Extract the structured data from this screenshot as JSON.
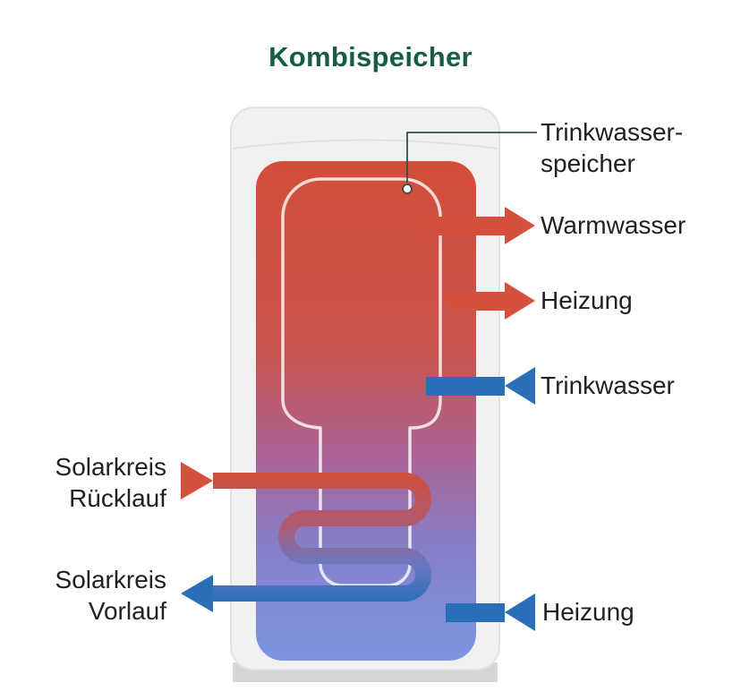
{
  "title": "Kombispeicher",
  "colors": {
    "accent_red": "#d4503c",
    "accent_blue": "#2a70b8",
    "title_green": "#175c48",
    "leader_line": "#33514a",
    "text": "#212121",
    "gradient_top": "#d24e3a",
    "gradient_bottom": "#7c95e1",
    "tank_shell": "#f1f1f1",
    "tank_base": "#d6d6d6"
  },
  "labels": {
    "trinkwasserspeicher": {
      "line1": "Trinkwasser-",
      "line2": "speicher"
    },
    "warmwasser": "Warmwasser",
    "heizung_top": "Heizung",
    "trinkwasser": "Trinkwasser",
    "heizung_bottom": "Heizung",
    "solarkreis_ruecklauf": {
      "line1": "Solarkreis",
      "line2": "Rücklauf"
    },
    "solarkreis_vorlauf": {
      "line1": "Solarkreis",
      "line2": "Vorlauf"
    }
  }
}
